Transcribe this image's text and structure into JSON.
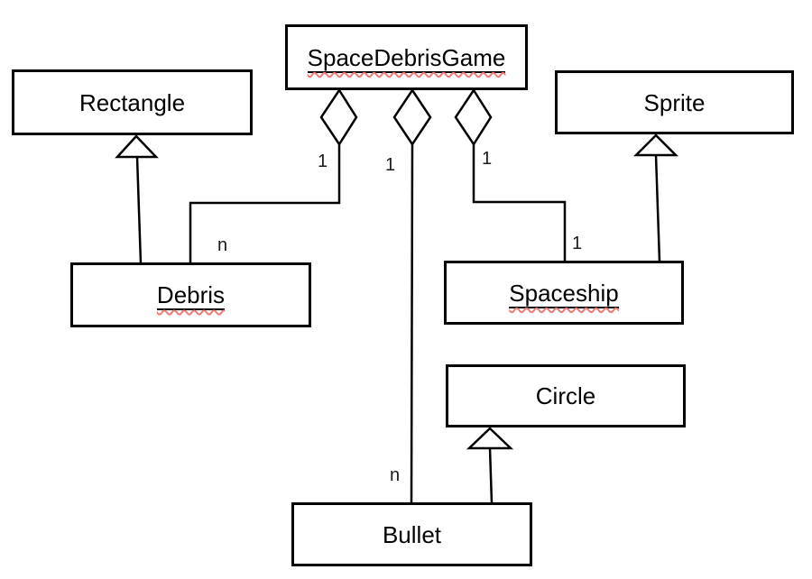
{
  "diagram": {
    "type": "uml-class-diagram",
    "classes": [
      {
        "id": "spacedebrisgame",
        "label": "SpaceDebrisGame",
        "underlined": true,
        "spell_squiggle": true
      },
      {
        "id": "rectangle",
        "label": "Rectangle",
        "underlined": false,
        "spell_squiggle": false
      },
      {
        "id": "sprite",
        "label": "Sprite",
        "underlined": false,
        "spell_squiggle": false
      },
      {
        "id": "debris",
        "label": "Debris",
        "underlined": true,
        "spell_squiggle": true
      },
      {
        "id": "spaceship",
        "label": "Spaceship",
        "underlined": true,
        "spell_squiggle": true
      },
      {
        "id": "circle",
        "label": "Circle",
        "underlined": false,
        "spell_squiggle": false
      },
      {
        "id": "bullet",
        "label": "Bullet",
        "underlined": false,
        "spell_squiggle": false
      }
    ],
    "relationships": [
      {
        "type": "aggregation",
        "owner": "SpaceDebrisGame",
        "part": "Debris",
        "owner_multiplicity": "1",
        "part_multiplicity": "n"
      },
      {
        "type": "aggregation",
        "owner": "SpaceDebrisGame",
        "part": "Bullet",
        "owner_multiplicity": "1",
        "part_multiplicity": "n"
      },
      {
        "type": "aggregation",
        "owner": "SpaceDebrisGame",
        "part": "Spaceship",
        "owner_multiplicity": "1",
        "part_multiplicity": "1"
      },
      {
        "type": "inheritance",
        "child": "Debris",
        "parent": "Rectangle"
      },
      {
        "type": "inheritance",
        "child": "Spaceship",
        "parent": "Sprite"
      },
      {
        "type": "inheritance",
        "child": "Bullet",
        "parent": "Circle"
      }
    ],
    "multiplicity_labels": {
      "agg_debris_owner": "1",
      "agg_debris_part": "n",
      "agg_bullet_owner": "1",
      "agg_bullet_part": "n",
      "agg_spaceship_owner": "1",
      "agg_spaceship_part": "1"
    }
  },
  "colors": {
    "background": "#ffffff",
    "line": "#000000",
    "box_border": "#000000",
    "text": "#000000",
    "squiggle": "#ef7a76"
  }
}
